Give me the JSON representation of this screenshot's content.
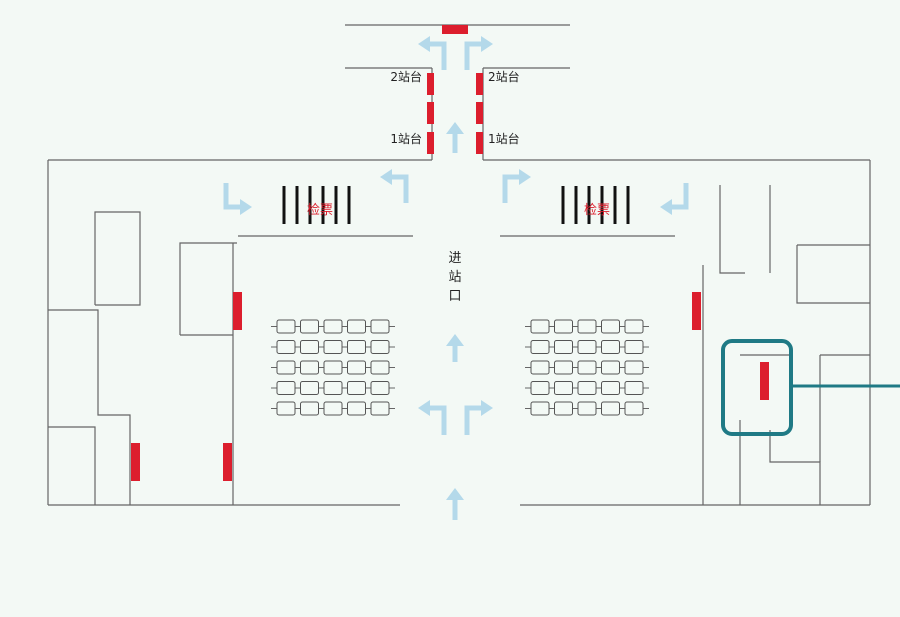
{
  "labels": {
    "platform_2": "2站台",
    "platform_1": "1站台",
    "entrance": "进站口",
    "checkin": "检票"
  },
  "colors": {
    "background": "#f3f9f5",
    "wall": "#666666",
    "marker": "#dc1e2d",
    "arrow": "#b4d9ea",
    "highlight": "#1f7a85",
    "text": "#222222"
  },
  "icons": {
    "arrow": "arrow-icon",
    "turnstile": "turnstile-icon",
    "seat": "seat-icon",
    "marker": "location-marker-icon"
  }
}
